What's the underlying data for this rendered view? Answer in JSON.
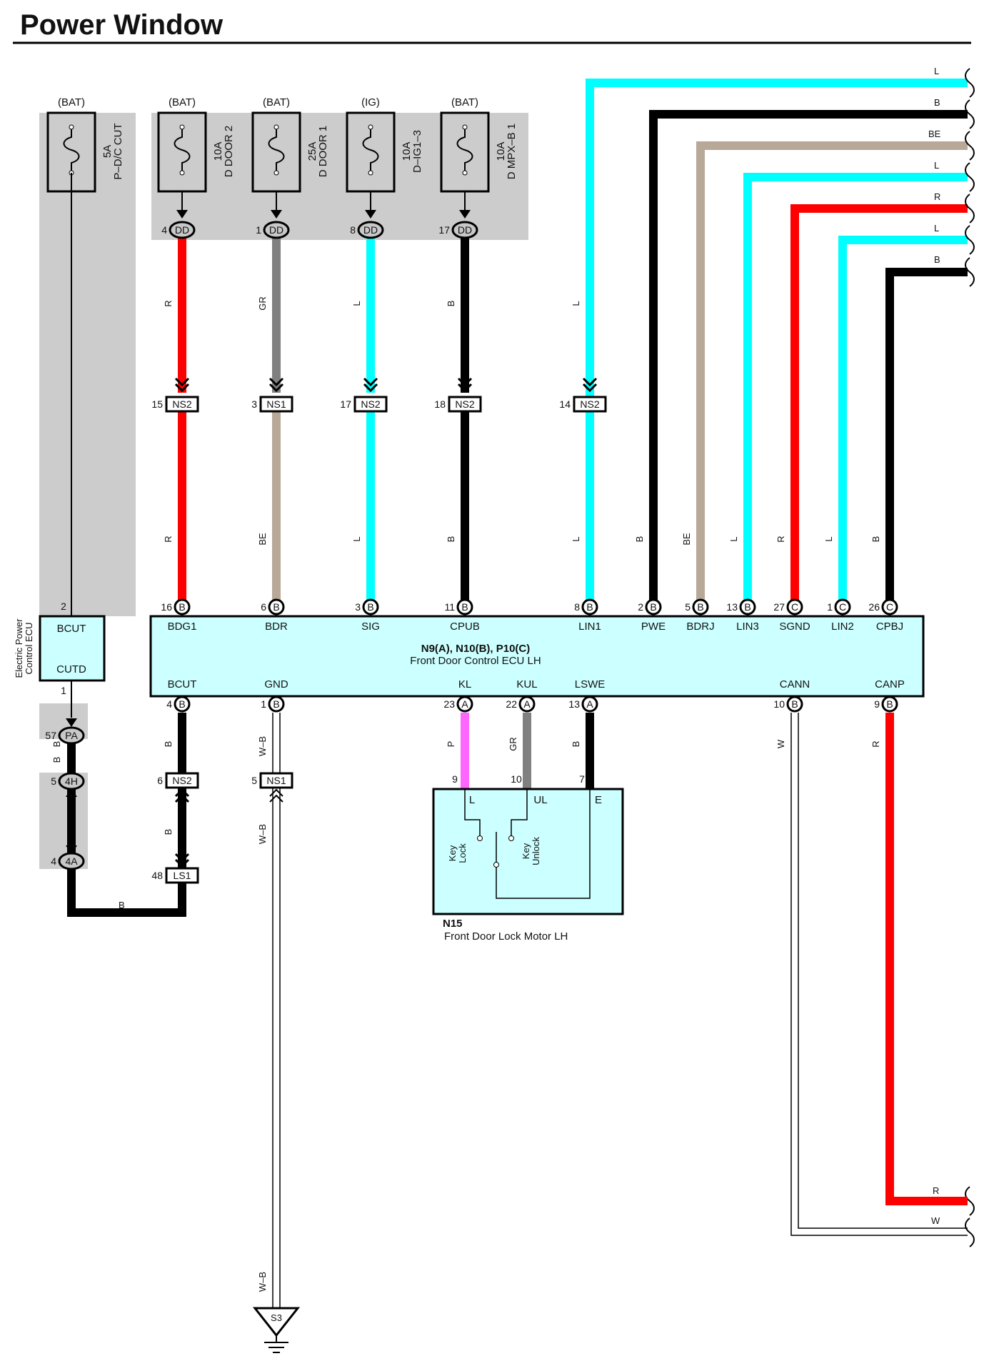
{
  "title": "Power Window",
  "fuses": [
    {
      "source": "(BAT)",
      "rating": "5A",
      "name": "P–D/C CUT"
    },
    {
      "source": "(BAT)",
      "rating": "10A",
      "name": "D DOOR 2",
      "conn": "DD",
      "pin": "4"
    },
    {
      "source": "(BAT)",
      "rating": "25A",
      "name": "D DOOR 1",
      "conn": "DD",
      "pin": "1"
    },
    {
      "source": "(IG)",
      "rating": "10A",
      "name": "D–IG1–3",
      "conn": "DD",
      "pin": "8"
    },
    {
      "source": "(BAT)",
      "rating": "10A",
      "name": "D MPX–B 1",
      "conn": "DD",
      "pin": "17"
    }
  ],
  "power_ecu": {
    "name": "Electric Power Control ECU",
    "label1": "BCUT",
    "label2": "CUTD",
    "pin_top": "2",
    "pin_bottom": "1"
  },
  "ecu": {
    "code": "N9(A), N10(B), P10(C)",
    "name": "Front Door Control ECU LH",
    "top_terminals": [
      {
        "name": "BDG1",
        "pin": "16",
        "conn": "B"
      },
      {
        "name": "BDR",
        "pin": "6",
        "conn": "B"
      },
      {
        "name": "SIG",
        "pin": "3",
        "conn": "B"
      },
      {
        "name": "CPUB",
        "pin": "11",
        "conn": "B"
      },
      {
        "name": "LIN1",
        "pin": "8",
        "conn": "B"
      },
      {
        "name": "PWE",
        "pin": "2",
        "conn": "B"
      },
      {
        "name": "BDRJ",
        "pin": "5",
        "conn": "B"
      },
      {
        "name": "LIN3",
        "pin": "13",
        "conn": "B"
      },
      {
        "name": "SGND",
        "pin": "27",
        "conn": "C"
      },
      {
        "name": "LIN2",
        "pin": "1",
        "conn": "C"
      },
      {
        "name": "CPBJ",
        "pin": "26",
        "conn": "C"
      }
    ],
    "bottom_terminals": [
      {
        "name": "BCUT",
        "pin": "4",
        "conn": "B"
      },
      {
        "name": "GND",
        "pin": "1",
        "conn": "B"
      },
      {
        "name": "KL",
        "pin": "23",
        "conn": "A"
      },
      {
        "name": "KUL",
        "pin": "22",
        "conn": "A"
      },
      {
        "name": "LSWE",
        "pin": "13",
        "conn": "A"
      },
      {
        "name": "CANN",
        "pin": "10",
        "conn": "B"
      },
      {
        "name": "CANP",
        "pin": "9",
        "conn": "B"
      }
    ]
  },
  "inline_connectors": [
    {
      "pin": "15",
      "name": "NS2"
    },
    {
      "pin": "3",
      "name": "NS1"
    },
    {
      "pin": "17",
      "name": "NS2"
    },
    {
      "pin": "18",
      "name": "NS2"
    },
    {
      "pin": "14",
      "name": "NS2"
    },
    {
      "pin": "6",
      "name": "NS2"
    },
    {
      "pin": "5",
      "name": "NS1"
    },
    {
      "pin": "48",
      "name": "LS1"
    }
  ],
  "junction_connectors": [
    {
      "pin": "57",
      "name": "PA"
    },
    {
      "pin": "5",
      "name": "4H"
    },
    {
      "pin": "4",
      "name": "4A"
    }
  ],
  "wire_labels": {
    "upper": [
      "R",
      "GR",
      "L",
      "B",
      "L"
    ],
    "middle": [
      "R",
      "BE",
      "L",
      "B",
      "L",
      "B",
      "BE",
      "L",
      "R",
      "L",
      "B"
    ],
    "edge": [
      "L",
      "B",
      "BE",
      "L",
      "R",
      "L",
      "B"
    ],
    "lower": [
      "B",
      "W–B",
      "P",
      "GR",
      "B",
      "W",
      "R"
    ],
    "lower2": [
      "B",
      "B",
      "W–B",
      "B",
      "W–B"
    ],
    "bottom_edge": [
      "R",
      "W"
    ]
  },
  "motor": {
    "code": "N15",
    "name": "Front Door Lock Motor LH",
    "terms": [
      "L",
      "UL",
      "E"
    ],
    "pins": [
      "9",
      "10",
      "7"
    ],
    "switch1": "Key Lock",
    "switch2": "Key Unlock"
  },
  "ground": "S3",
  "colors": {
    "R": "#ff0000",
    "L": "#00ffff",
    "B": "#000000",
    "GR": "#808080",
    "BE": "#b8a898",
    "P": "#ff66ff",
    "ecu_fill": "#ccffff",
    "shade": "#cccccc"
  }
}
